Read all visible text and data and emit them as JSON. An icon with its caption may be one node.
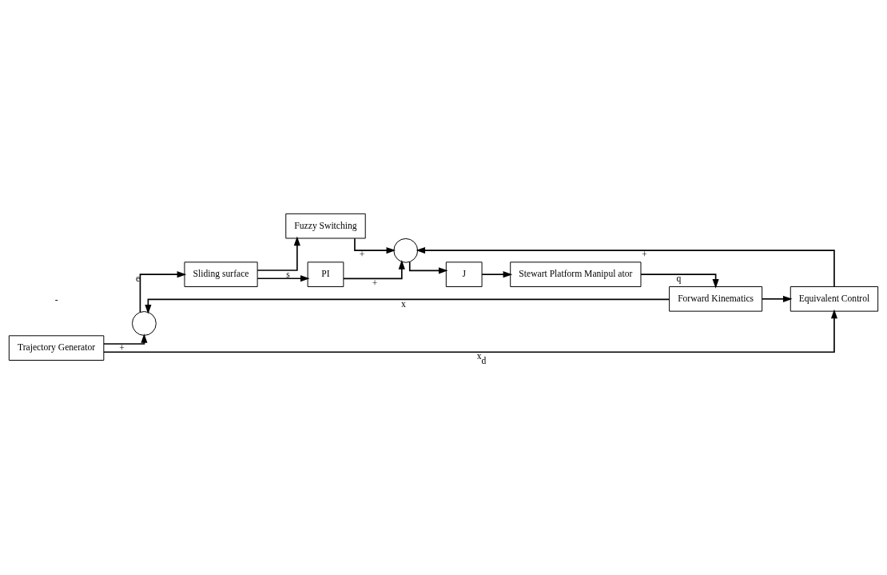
{
  "diagram": {
    "nodes": [
      {
        "text": [
          "Trajectory Generator"
        ]
      },
      {
        "text": [],
        "shape": "circle"
      },
      {
        "text": [
          "Sliding surface"
        ]
      },
      {
        "text": [
          "PI"
        ]
      },
      {
        "text": [
          "Fuzzy Switching"
        ]
      },
      {
        "text": [],
        "shape": "circle"
      },
      {
        "text": [
          "J"
        ]
      },
      {
        "text": [
          "Stewart Platform Manipul ator"
        ]
      },
      {
        "text": [
          "Equivalent Control"
        ]
      },
      {
        "text": [
          "Forward Kinematics"
        ]
      }
    ],
    "edges": [
      {
        "from": 0,
        "to": 1,
        "arrow": "to",
        "label": "+"
      },
      {
        "from": 1,
        "to": 2,
        "arrow": "to",
        "label": "e"
      },
      {
        "from": 2,
        "to": 4,
        "arrow": "to",
        "label": "s"
      },
      {
        "from": 2,
        "to": 3,
        "arrow": "to"
      },
      {
        "from": 3,
        "to": 5,
        "arrow": "to",
        "label": "+"
      },
      {
        "from": 4,
        "to": 5,
        "arrow": "to",
        "label": "+"
      },
      {
        "from": 5,
        "to": 6,
        "arrow": "to"
      },
      {
        "from": 6,
        "to": 7,
        "arrow": "to"
      },
      {
        "from": 0,
        "to": 8,
        "arrow": "to",
        "label": "x$_{d}$"
      },
      {
        "from": 8,
        "to": 5,
        "arrow": "to",
        "label": "+"
      },
      {
        "from": 7,
        "to": 9,
        "arrow": "to",
        "label": "q"
      },
      {
        "from": 9,
        "to": 1,
        "arrow": "to",
        "label": "x"
      },
      {
        "from": 9,
        "to": 8,
        "arrow": "to"
      }
    ],
    "labels": [
      "-"
    ]
  }
}
